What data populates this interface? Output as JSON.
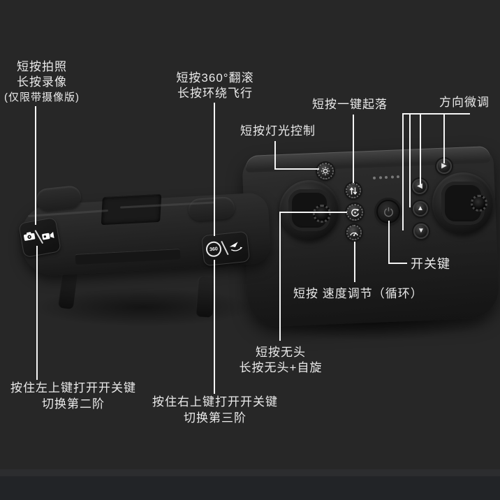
{
  "colors": {
    "background": "#272727",
    "floor_band": "#222427",
    "text": "#eaeaea",
    "connector_line": "#f5f5f5",
    "device_body": "#262626",
    "icon": "#ffffff"
  },
  "annotations": {
    "photo": {
      "lines": [
        "短按拍照",
        "长按录像",
        "(仅限带摄像版)"
      ]
    },
    "flip": {
      "lines": [
        "短按360°翻滚",
        "长按环绕飞行"
      ]
    },
    "light": {
      "text": "短按灯光控制"
    },
    "takeoff": {
      "text": "短按一键起落"
    },
    "trim": {
      "text": "方向微调"
    },
    "power": {
      "text": "开关键"
    },
    "speed": {
      "text": "短按 速度调节（循环）"
    },
    "headless": {
      "lines": [
        "短按无头",
        "长按无头+自旋"
      ]
    },
    "left_shoulder_combo": {
      "lines": [
        "按住左上键打开开关键",
        "切换第二阶"
      ]
    },
    "right_shoulder_combo": {
      "lines": [
        "按住右上键打开开关键",
        "切换第三阶"
      ]
    }
  },
  "controller_front": {
    "status_led_count": 5,
    "trim_buttons": [
      {
        "name": "trim-right",
        "glyph": "▶"
      },
      {
        "name": "trim-left",
        "glyph": "◀"
      },
      {
        "name": "trim-up",
        "glyph": "▲"
      },
      {
        "name": "trim-down",
        "glyph": "▼"
      }
    ],
    "function_buttons": [
      "light-icon",
      "takeoff-landing-icon",
      "headless-spin-icon",
      "speed-gauge-icon",
      "power-icon"
    ]
  },
  "controller_top": {
    "left_shoulder_icons": [
      "camera-icon",
      "camcorder-icon"
    ],
    "right_shoulder_badge": "360",
    "right_shoulder_icons": [
      "badge-360",
      "orbit-flight-icon"
    ]
  }
}
